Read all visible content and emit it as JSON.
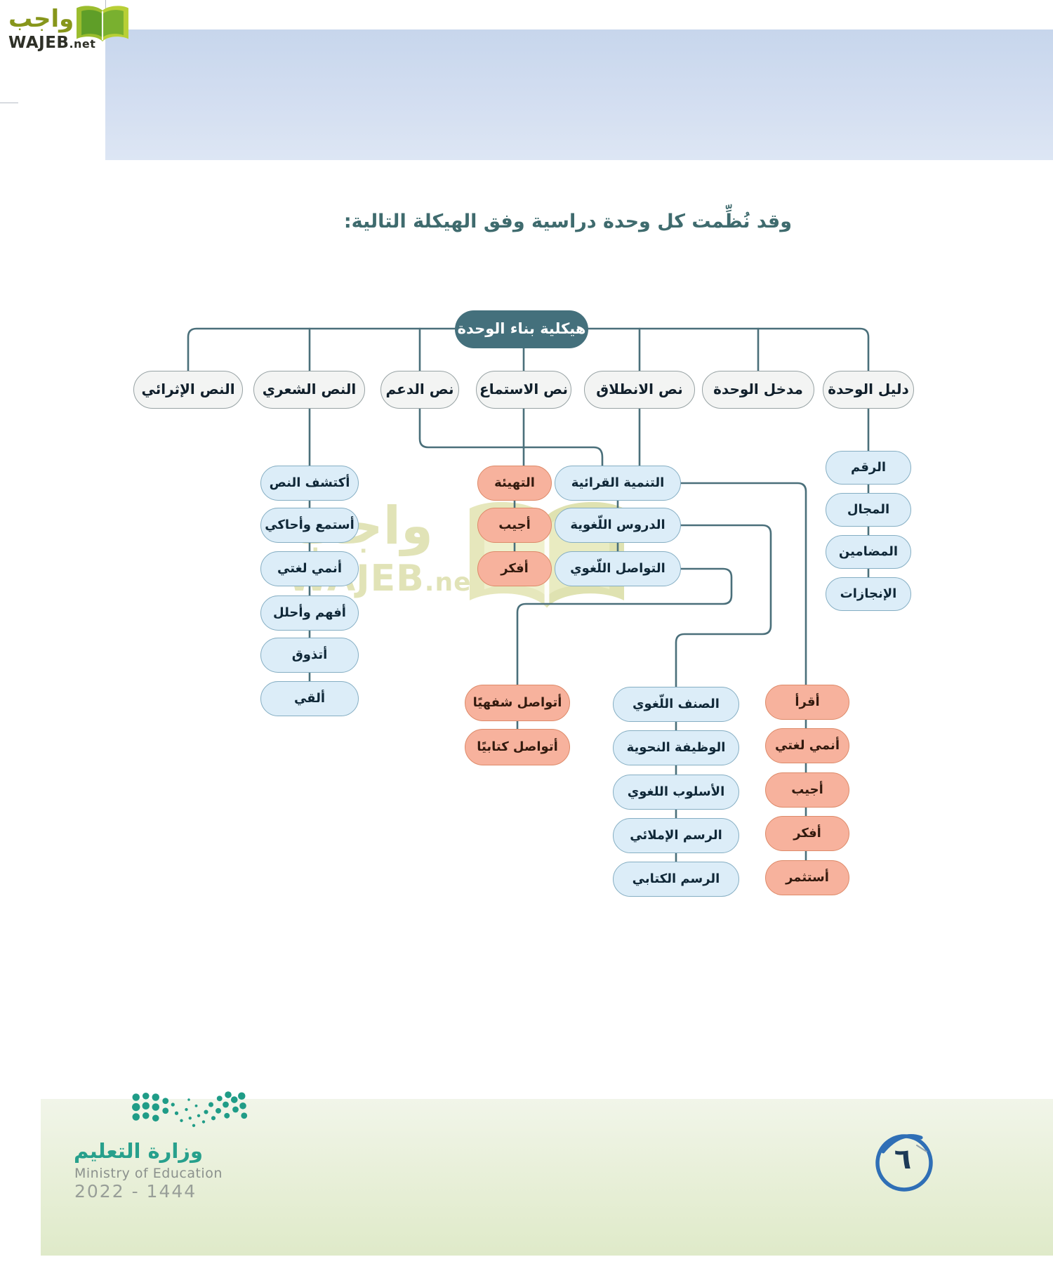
{
  "brand": {
    "arabic": "واجب",
    "latin": "WAJEB",
    "tld": ".net"
  },
  "title": "وقد نُظِّمت كل وحدة دراسية وفق الهيكلة التالية:",
  "watermark": {
    "arabic": "واجب",
    "latin": "WAJEB",
    "tld": ".net"
  },
  "diagram": {
    "root": "هيكلية بناء الوحدة",
    "level2": [
      "دليل الوحدة",
      "مدخل الوحدة",
      "نص الانطلاق",
      "نص الاستماع",
      "نص الدعم",
      "النص الشعري",
      "النص الإثرائي"
    ],
    "unit_guide_children": [
      "الرقم",
      "المجال",
      "المضامين",
      "الإنجازات"
    ],
    "launch_children": [
      "التنمية القرائية",
      "الدروس اللّغوية",
      "التواصل اللّغوي"
    ],
    "listening_children": [
      "التهيئة",
      "أجيب",
      "أفكر"
    ],
    "poetic_children": [
      "أكتشف النص",
      "أستمع وأحاكي",
      "أنمي لغتي",
      "أفهم وأحلل",
      "أتذوق",
      "ألقي"
    ],
    "reading_dev_children": [
      "أقرأ",
      "أنمي لغتي",
      "أجيب",
      "أفكر",
      "أستثمر"
    ],
    "lessons_children": [
      "الصنف اللّغوي",
      "الوظيفة النحوية",
      "الأسلوب اللغوي",
      "الرسم الإملائي",
      "الرسم الكتابي"
    ],
    "communication_children": [
      "أتواصل شفهيًا",
      "أتواصل كتابيًا"
    ]
  },
  "footer": {
    "ministry_ar": "وزارة التعليم",
    "ministry_en": "Ministry of Education",
    "edition": "2022 - 1444",
    "page_number": "٦"
  },
  "colors": {
    "root_teal": "#44707c",
    "line_teal": "#4a6f7a",
    "blue_pill": "#dcedf8",
    "salmon_pill": "#f7b29d",
    "title_teal": "#3f6b6e",
    "moe_teal": "#27a08c",
    "page_circle_blue": "#2f6fb6"
  }
}
